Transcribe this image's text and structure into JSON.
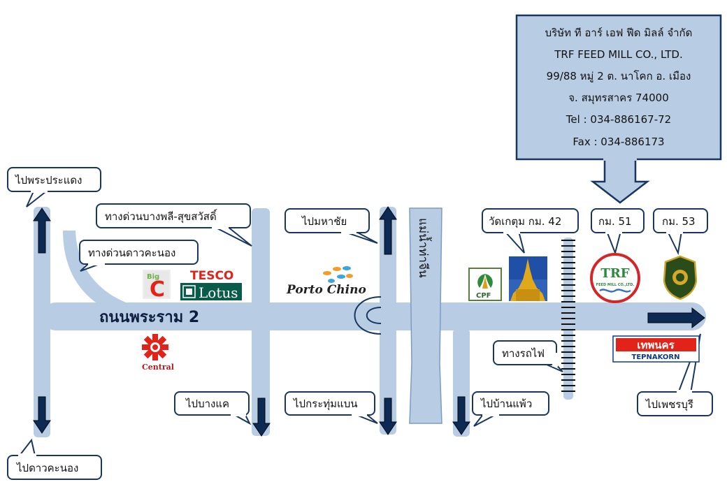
{
  "company": {
    "name_th": "บริษัท ที อาร์ เอฟ ฟีด มิลล์ จำกัด",
    "name_en": "TRF FEED MILL CO., LTD.",
    "address_1": "99/88 หมู่ 2 ต. นาโคก อ. เมือง",
    "address_2": "จ. สมุทรสาคร 74000",
    "tel": "Tel : 034-886167-72",
    "fax": "Fax : 034-886173"
  },
  "roads": {
    "main_road": "ถนนพระราม 2",
    "river": "แม่น้ำท่าจีน"
  },
  "callouts": {
    "to_pradaeng": "ไปพระประแดง",
    "to_daokhanong": "ไปดาวคะนอง",
    "expressway_bangphli": "ทางด่วนบางพลี-สุขสวัสดิ์",
    "expressway_daokhanong": "ทางด่วนดาวคะนอง",
    "to_mahachai": "ไปมหาชัย",
    "wat_ketutum": "วัดเกตุม กม. 42",
    "km51": "กม. 51",
    "km53": "กม. 53",
    "railway": "ทางรถไฟ",
    "to_bangkhae": "ไปบางแค",
    "to_krathumbaen": "ไปกระทุ่มแบน",
    "to_banphaeo": "ไปบ้านแพ้ว",
    "to_phetchaburi": "ไปเพชรบุรี"
  },
  "logos": {
    "bigc_big": "Big",
    "bigc_c": "C",
    "tesco": "TESCO",
    "lotus": "Lotus",
    "central": "Central",
    "porto_chino": "Porto Chino",
    "cpf": "CPF",
    "trf_logo": "TRF",
    "trf_logo_sub": "FEED MILL CO.,LTD.",
    "tepnakorn_th": "เทพนคร",
    "tepnakorn_en": "TEPNAKORN"
  },
  "colors": {
    "road": "#b8cce4",
    "info_box": "#b8cce4",
    "box_border": "#17375e",
    "arrow": "#0d2a52"
  }
}
